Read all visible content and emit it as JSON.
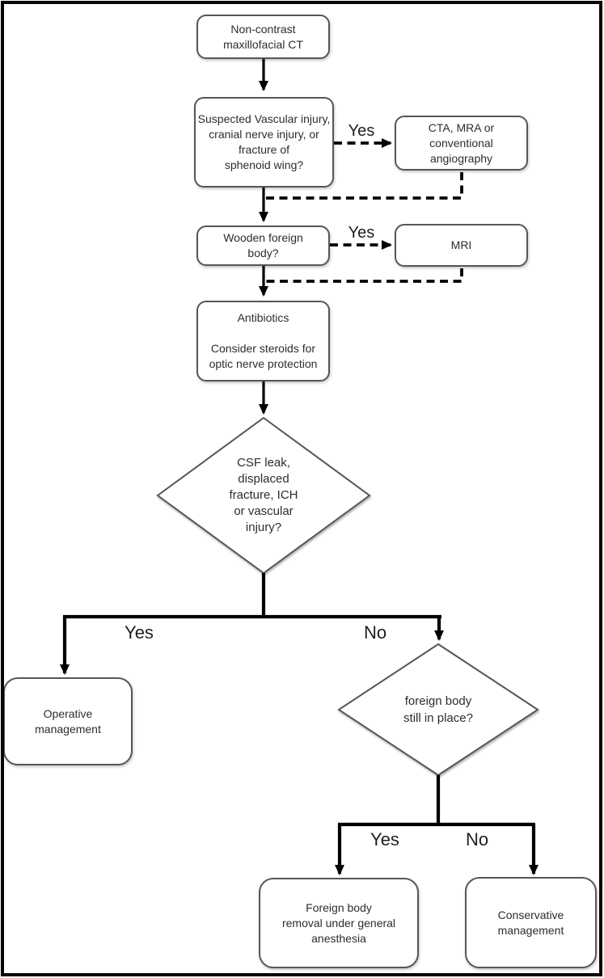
{
  "diagram": {
    "type": "flowchart",
    "topic": "Management algorithm after maxillofacial imaging for orbital foreign body / trauma",
    "colors": {
      "background": "#ffffff",
      "line": "#000000",
      "node_border": "#565656",
      "text": "#2d2d2d",
      "frame_border": "#060606"
    },
    "nodes": {
      "ct": {
        "label": "Non-contrast\nmaxillofacial CT",
        "shape": "rounded-box"
      },
      "suspected": {
        "label": "Suspected Vascular injury,\ncranial nerve injury, or\nfracture of\nsphenoid wing?",
        "shape": "rounded-box"
      },
      "cta": {
        "label": "CTA, MRA or\nconventional\nangiography",
        "shape": "rounded-box"
      },
      "wooden": {
        "label": "Wooden foreign\nbody?",
        "shape": "rounded-box"
      },
      "mri": {
        "label": "MRI",
        "shape": "rounded-box"
      },
      "antibiotics": {
        "label": "Antibiotics\n\nConsider steroids for\noptic nerve protection",
        "shape": "rounded-box"
      },
      "csf_decision": {
        "label": "CSF leak,\ndisplaced\nfracture, ICH\nor vascular\ninjury?",
        "shape": "diamond"
      },
      "operative": {
        "label": "Operative\nmanagement",
        "shape": "rounded-box"
      },
      "fb_decision": {
        "label": "foreign body\nstill in place?",
        "shape": "diamond"
      },
      "fb_removal": {
        "label": "Foreign body\nremoval under general\nanesthesia",
        "shape": "rounded-box"
      },
      "conservative": {
        "label": "Conservative\nmanagement",
        "shape": "rounded-box"
      }
    },
    "edge_labels": {
      "suspected_yes": "Yes",
      "wooden_yes": "Yes",
      "csf_yes": "Yes",
      "csf_no": "No",
      "fb_yes": "Yes",
      "fb_no": "No"
    }
  }
}
